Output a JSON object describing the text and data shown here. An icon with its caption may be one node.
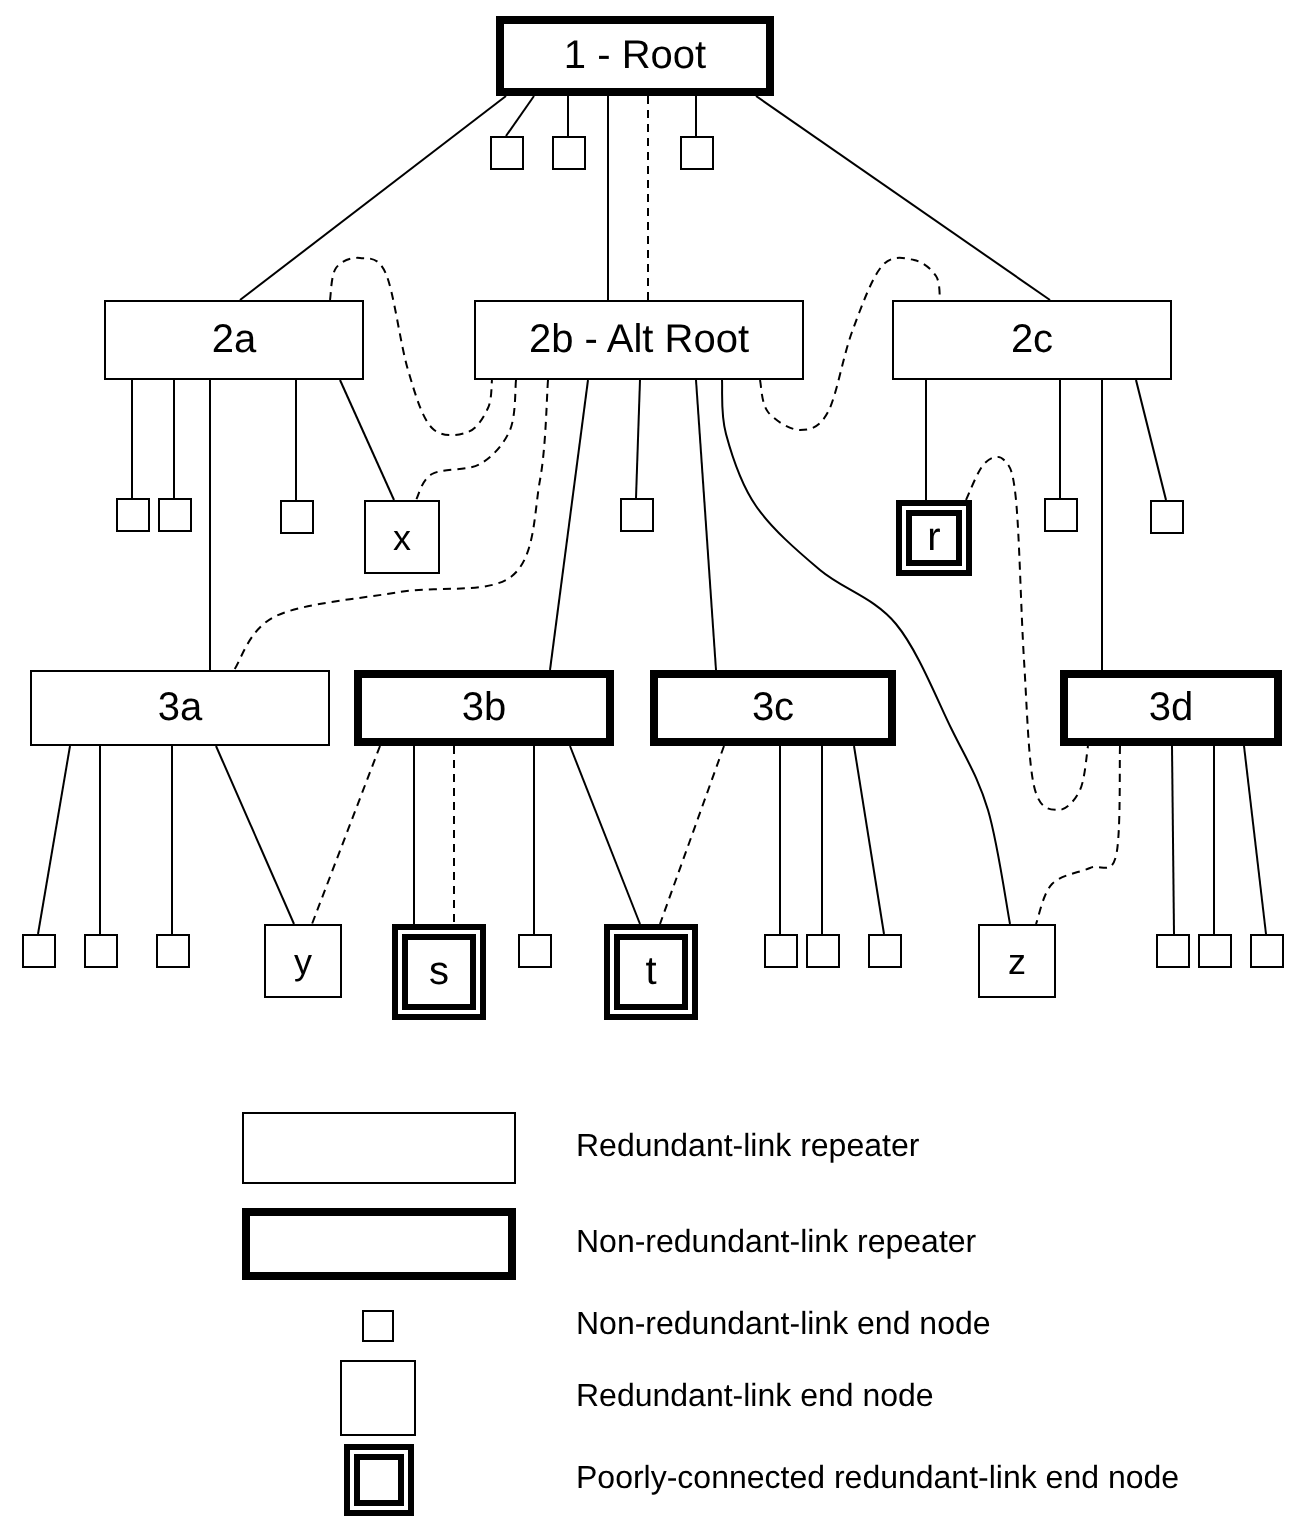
{
  "diagram": {
    "nodes": [
      {
        "text": [
          "1 - Root"
        ]
      },
      {
        "text": [],
        "shape": "box"
      },
      {
        "text": [],
        "shape": "box"
      },
      {
        "text": [],
        "shape": "box"
      },
      {
        "text": [
          "2a"
        ]
      },
      {
        "text": [
          "2b - Alt Root"
        ]
      },
      {
        "text": [
          "2c"
        ]
      },
      {
        "text": [],
        "shape": "box"
      },
      {
        "text": [],
        "shape": "box"
      },
      {
        "text": [],
        "shape": "box"
      },
      {
        "text": [
          "x"
        ]
      },
      {
        "text": [],
        "shape": "box"
      },
      {
        "text": [
          "r"
        ]
      },
      {
        "text": [],
        "shape": "box"
      },
      {
        "text": [],
        "shape": "box"
      },
      {
        "text": [
          "3a"
        ]
      },
      {
        "text": [
          "3b"
        ]
      },
      {
        "text": [
          "3c"
        ]
      },
      {
        "text": [
          "3d"
        ]
      },
      {
        "text": [],
        "shape": "box"
      },
      {
        "text": [],
        "shape": "box"
      },
      {
        "text": [],
        "shape": "box"
      },
      {
        "text": [
          "y"
        ]
      },
      {
        "text": [
          "s"
        ]
      },
      {
        "text": [],
        "shape": "box"
      },
      {
        "text": [
          "t"
        ]
      },
      {
        "text": [],
        "shape": "box"
      },
      {
        "text": [],
        "shape": "box"
      },
      {
        "text": [],
        "shape": "box"
      },
      {
        "text": [
          "z"
        ]
      },
      {
        "text": [],
        "shape": "box"
      },
      {
        "text": [],
        "shape": "box"
      },
      {
        "text": [],
        "shape": "box"
      }
    ],
    "edges": [
      {
        "from": 0,
        "to": 4,
        "arrow": "none"
      },
      {
        "from": 0,
        "to": 1,
        "arrow": "none"
      },
      {
        "from": 0,
        "to": 2,
        "arrow": "none"
      },
      {
        "from": 0,
        "to": 5,
        "arrow": "none"
      },
      {
        "from": 0,
        "to": 5,
        "arrow": "none",
        "style": "dashed"
      },
      {
        "from": 0,
        "to": 3,
        "arrow": "none"
      },
      {
        "from": 0,
        "to": 6,
        "arrow": "none"
      },
      {
        "from": 4,
        "to": 5,
        "arrow": "none",
        "style": "dashed"
      },
      {
        "from": 5,
        "to": 6,
        "arrow": "none",
        "style": "dashed"
      },
      {
        "from": 4,
        "to": 7,
        "arrow": "none"
      },
      {
        "from": 4,
        "to": 8,
        "arrow": "none"
      },
      {
        "from": 4,
        "to": 15,
        "arrow": "none"
      },
      {
        "from": 4,
        "to": 9,
        "arrow": "none"
      },
      {
        "from": 4,
        "to": 10,
        "arrow": "none"
      },
      {
        "from": 5,
        "to": 10,
        "arrow": "none",
        "style": "dashed"
      },
      {
        "from": 5,
        "to": 15,
        "arrow": "none",
        "style": "dashed"
      },
      {
        "from": 5,
        "to": 16,
        "arrow": "none"
      },
      {
        "from": 5,
        "to": 11,
        "arrow": "none"
      },
      {
        "from": 5,
        "to": 17,
        "arrow": "none"
      },
      {
        "from": 5,
        "to": 29,
        "arrow": "none"
      },
      {
        "from": 6,
        "to": 12,
        "arrow": "none"
      },
      {
        "from": 6,
        "to": 13,
        "arrow": "none"
      },
      {
        "from": 6,
        "to": 18,
        "arrow": "none"
      },
      {
        "from": 6,
        "to": 14,
        "arrow": "none"
      },
      {
        "from": 12,
        "to": 18,
        "arrow": "none",
        "style": "dashed"
      },
      {
        "from": 15,
        "to": 19,
        "arrow": "none"
      },
      {
        "from": 15,
        "to": 20,
        "arrow": "none"
      },
      {
        "from": 15,
        "to": 21,
        "arrow": "none"
      },
      {
        "from": 15,
        "to": 22,
        "arrow": "none"
      },
      {
        "from": 16,
        "to": 22,
        "arrow": "none",
        "style": "dashed"
      },
      {
        "from": 16,
        "to": 23,
        "arrow": "none"
      },
      {
        "from": 16,
        "to": 23,
        "arrow": "none",
        "style": "dashed"
      },
      {
        "from": 16,
        "to": 24,
        "arrow": "none"
      },
      {
        "from": 16,
        "to": 25,
        "arrow": "none"
      },
      {
        "from": 17,
        "to": 25,
        "arrow": "none",
        "style": "dashed"
      },
      {
        "from": 17,
        "to": 26,
        "arrow": "none"
      },
      {
        "from": 17,
        "to": 27,
        "arrow": "none"
      },
      {
        "from": 17,
        "to": 28,
        "arrow": "none"
      },
      {
        "from": 18,
        "to": 29,
        "arrow": "none",
        "style": "dashed"
      },
      {
        "from": 18,
        "to": 30,
        "arrow": "none"
      },
      {
        "from": 18,
        "to": 31,
        "arrow": "none"
      },
      {
        "from": 18,
        "to": 32,
        "arrow": "none"
      }
    ],
    "legend": [
      {
        "text": "Redundant-link repeater"
      },
      {
        "text": "Non-redundant-link repeater"
      },
      {
        "text": "Non-redundant-link end node"
      },
      {
        "text": "Redundant-link end node"
      },
      {
        "text": "Poorly-connected redundant-link end node"
      }
    ]
  }
}
